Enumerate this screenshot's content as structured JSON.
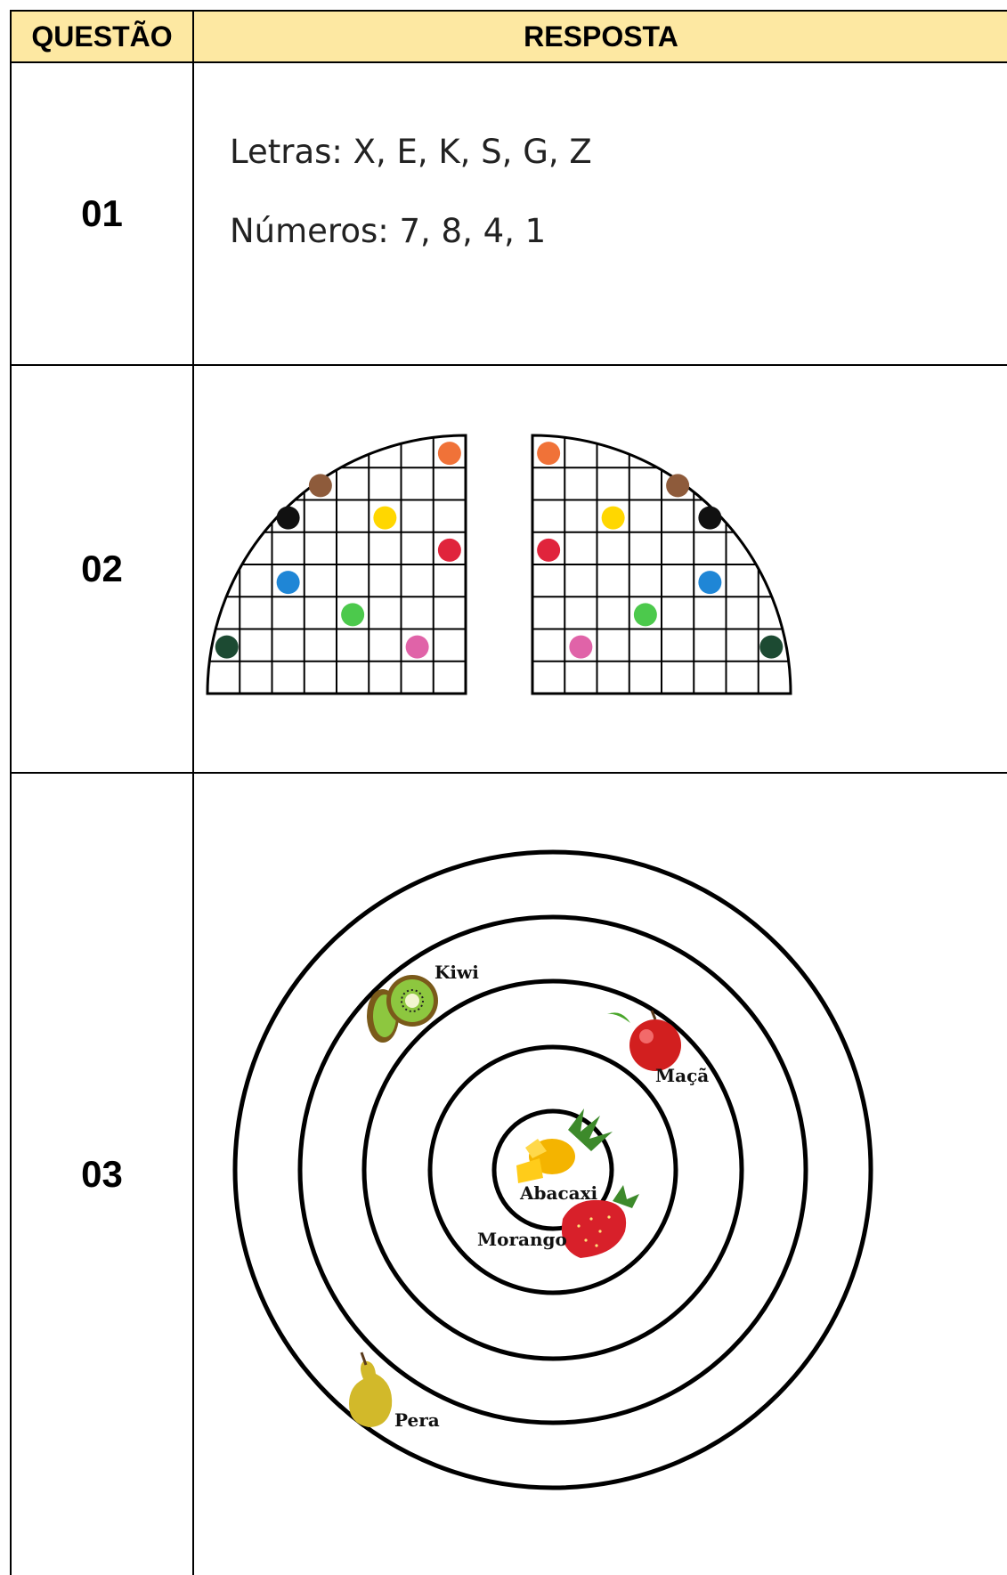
{
  "header": {
    "question_label": "QUESTÃO",
    "answer_label": "RESPOSTA"
  },
  "rows": [
    {
      "number": "01",
      "lines": [
        "Letras: X, E, K, S, G, Z",
        "Números: 7, 8, 4, 1"
      ]
    },
    {
      "number": "02"
    },
    {
      "number": "03"
    }
  ],
  "grid_figure": {
    "colors": {
      "orange": "#f07238",
      "brown": "#8e5b3b",
      "black": "#111111",
      "yellow": "#ffd700",
      "red": "#e0243c",
      "blue": "#1f86d6",
      "green": "#4cc94c",
      "dark_green": "#1c4a32",
      "pink": "#e063a8"
    }
  },
  "target_figure": {
    "fruits": [
      {
        "label": "Kiwi",
        "icon": "kiwi-icon"
      },
      {
        "label": "Maçã",
        "icon": "apple-icon"
      },
      {
        "label": "Abacaxi",
        "icon": "pineapple-icon"
      },
      {
        "label": "Morango",
        "icon": "strawberry-icon"
      },
      {
        "label": "Pera",
        "icon": "pear-icon"
      }
    ]
  }
}
